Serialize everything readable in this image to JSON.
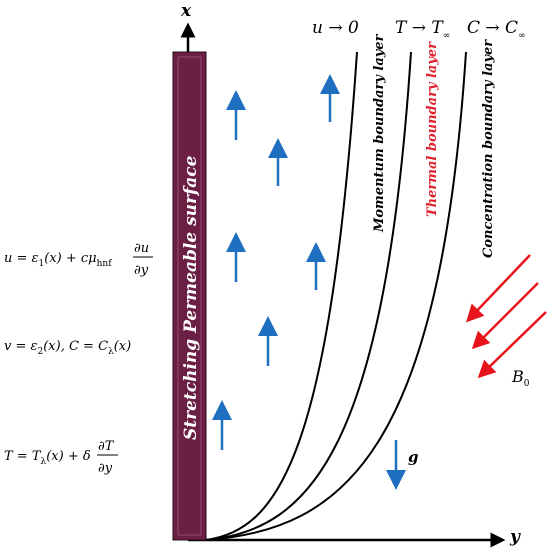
{
  "axes": {
    "x_label": "x",
    "y_label": "y"
  },
  "plate": {
    "label": "Stretching Permeable surface",
    "color": "#6b1f45"
  },
  "far_field": {
    "velocity": "u → 0",
    "temperature": "T → T",
    "temperature_sub": "∞",
    "concentration": "C → C",
    "concentration_sub": "∞"
  },
  "boundary_layers": [
    {
      "label": "Momentum boundary layer",
      "color": "#000000"
    },
    {
      "label": "Thermal boundary layer",
      "color": "#e0202a"
    },
    {
      "label": "Concentration boundary layer",
      "color": "#000000"
    }
  ],
  "boundary_conditions": {
    "bc1": {
      "lhs": "u = ε",
      "sub1": "1",
      "mid": "(x) + cμ",
      "sub2": "hnf",
      "num": "∂u",
      "den": "∂y"
    },
    "bc2": {
      "lhs": "v = ε",
      "sub1": "2",
      "mid": "(x), C = C",
      "sub2": "λ",
      "tail": "(x)"
    },
    "bc3": {
      "lhs": "T = T",
      "sub1": "λ",
      "mid": "(x) + δ",
      "num": "∂T",
      "den": "∂y"
    }
  },
  "magnetic_field": {
    "label": "B",
    "sub": "0",
    "color": "#e8141c"
  },
  "gravity": {
    "label": "g",
    "color": "#1f6fc0"
  },
  "flow_arrow_color": "#1f6fc0"
}
